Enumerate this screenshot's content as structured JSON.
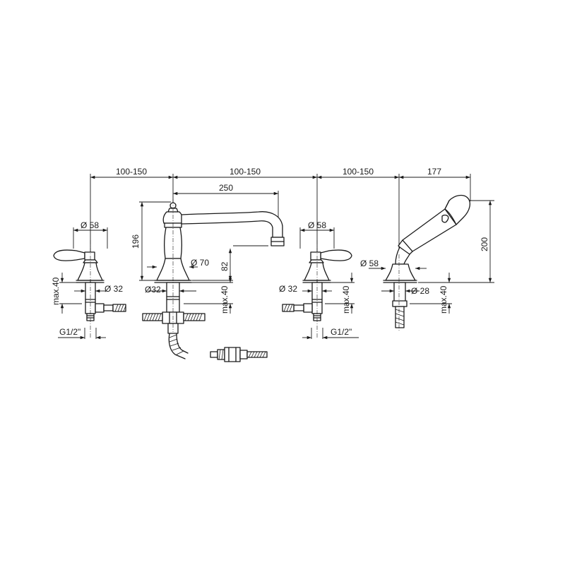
{
  "dimensions": {
    "spacing_1": "100-150",
    "spacing_2": "100-150",
    "spacing_3": "100-150",
    "shower_reach": "177",
    "spout_reach": "250",
    "spout_height": "196",
    "spout_outlet_height": "82",
    "shower_height": "200",
    "left_valve_diameter": "Ø 58",
    "left_valve_stem": "Ø 32",
    "left_valve_max": "max.40",
    "left_valve_thread": "G1/2\"",
    "spout_base_diameter": "Ø 70",
    "spout_stem_diameter": "Ø32",
    "spout_max": "max.40",
    "right_valve_diameter": "Ø 58",
    "right_valve_stem": "Ø 32",
    "right_valve_max": "max.40",
    "right_valve_thread": "G1/2\"",
    "shower_base_diameter": "Ø 58",
    "shower_stem_diameter": "Ø 28",
    "shower_max": "max.40"
  }
}
